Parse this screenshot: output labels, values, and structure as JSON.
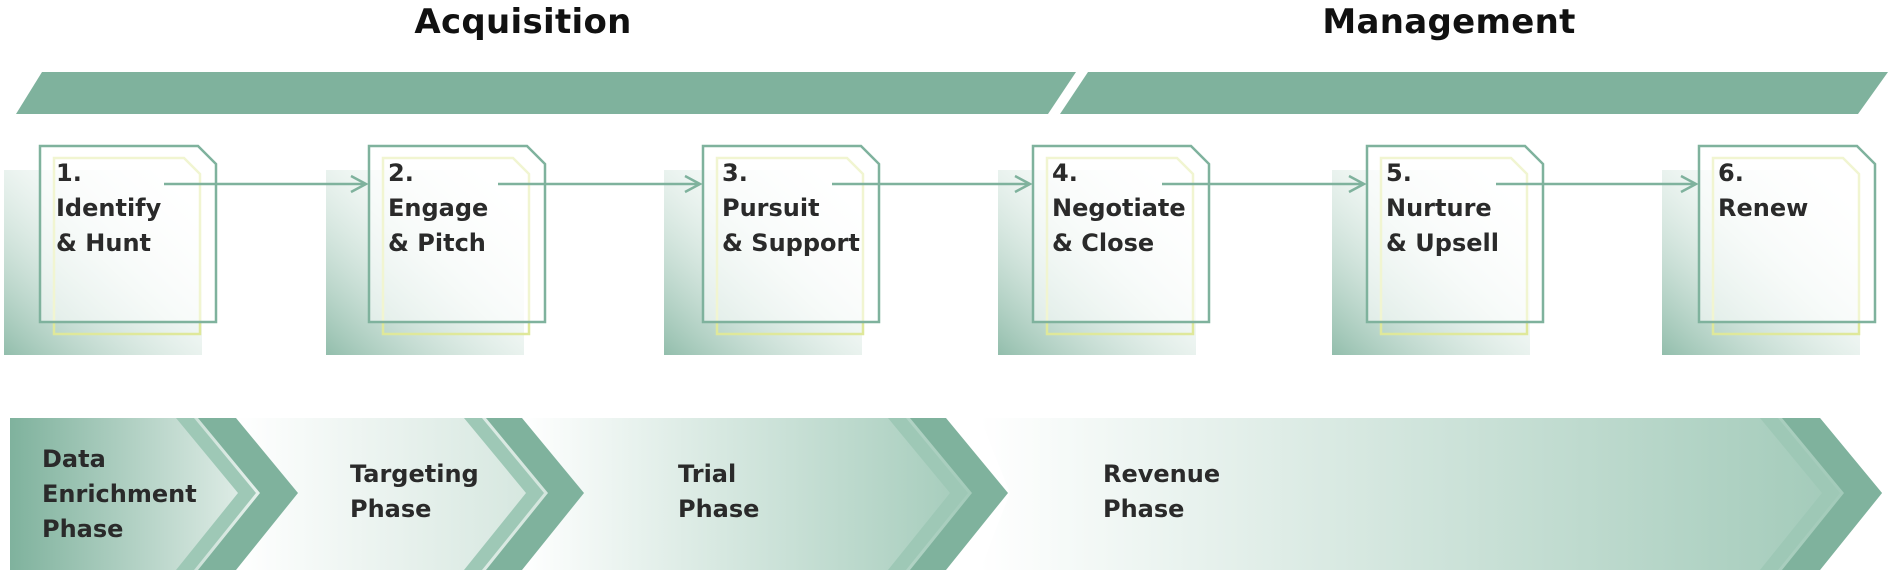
{
  "sections": [
    {
      "title": "Acquisition"
    },
    {
      "title": "Management"
    }
  ],
  "stages": [
    {
      "number": "1.",
      "line1": "Identify",
      "line2": "& Hunt"
    },
    {
      "number": "2.",
      "line1": "Engage",
      "line2": "& Pitch"
    },
    {
      "number": "3.",
      "line1": "Pursuit",
      "line2": "& Support"
    },
    {
      "number": "4.",
      "line1": "Negotiate",
      "line2": "& Close"
    },
    {
      "number": "5.",
      "line1": "Nurture",
      "line2": "& Upsell"
    },
    {
      "number": "6.",
      "line1": "Renew",
      "line2": ""
    }
  ],
  "phases": [
    {
      "lines": [
        "Data",
        "Enrichment",
        "Phase"
      ]
    },
    {
      "lines": [
        "Targeting",
        "Phase"
      ]
    },
    {
      "lines": [
        "Trial",
        "Phase"
      ]
    },
    {
      "lines": [
        "Revenue",
        "Phase"
      ]
    }
  ],
  "colors": {
    "accent": "#7fb29d",
    "chevron_light": "#9ec8b6",
    "card_border": "#7fb29d",
    "card_shadow_border": "#dfe89a",
    "text": "#2a2a2a"
  }
}
